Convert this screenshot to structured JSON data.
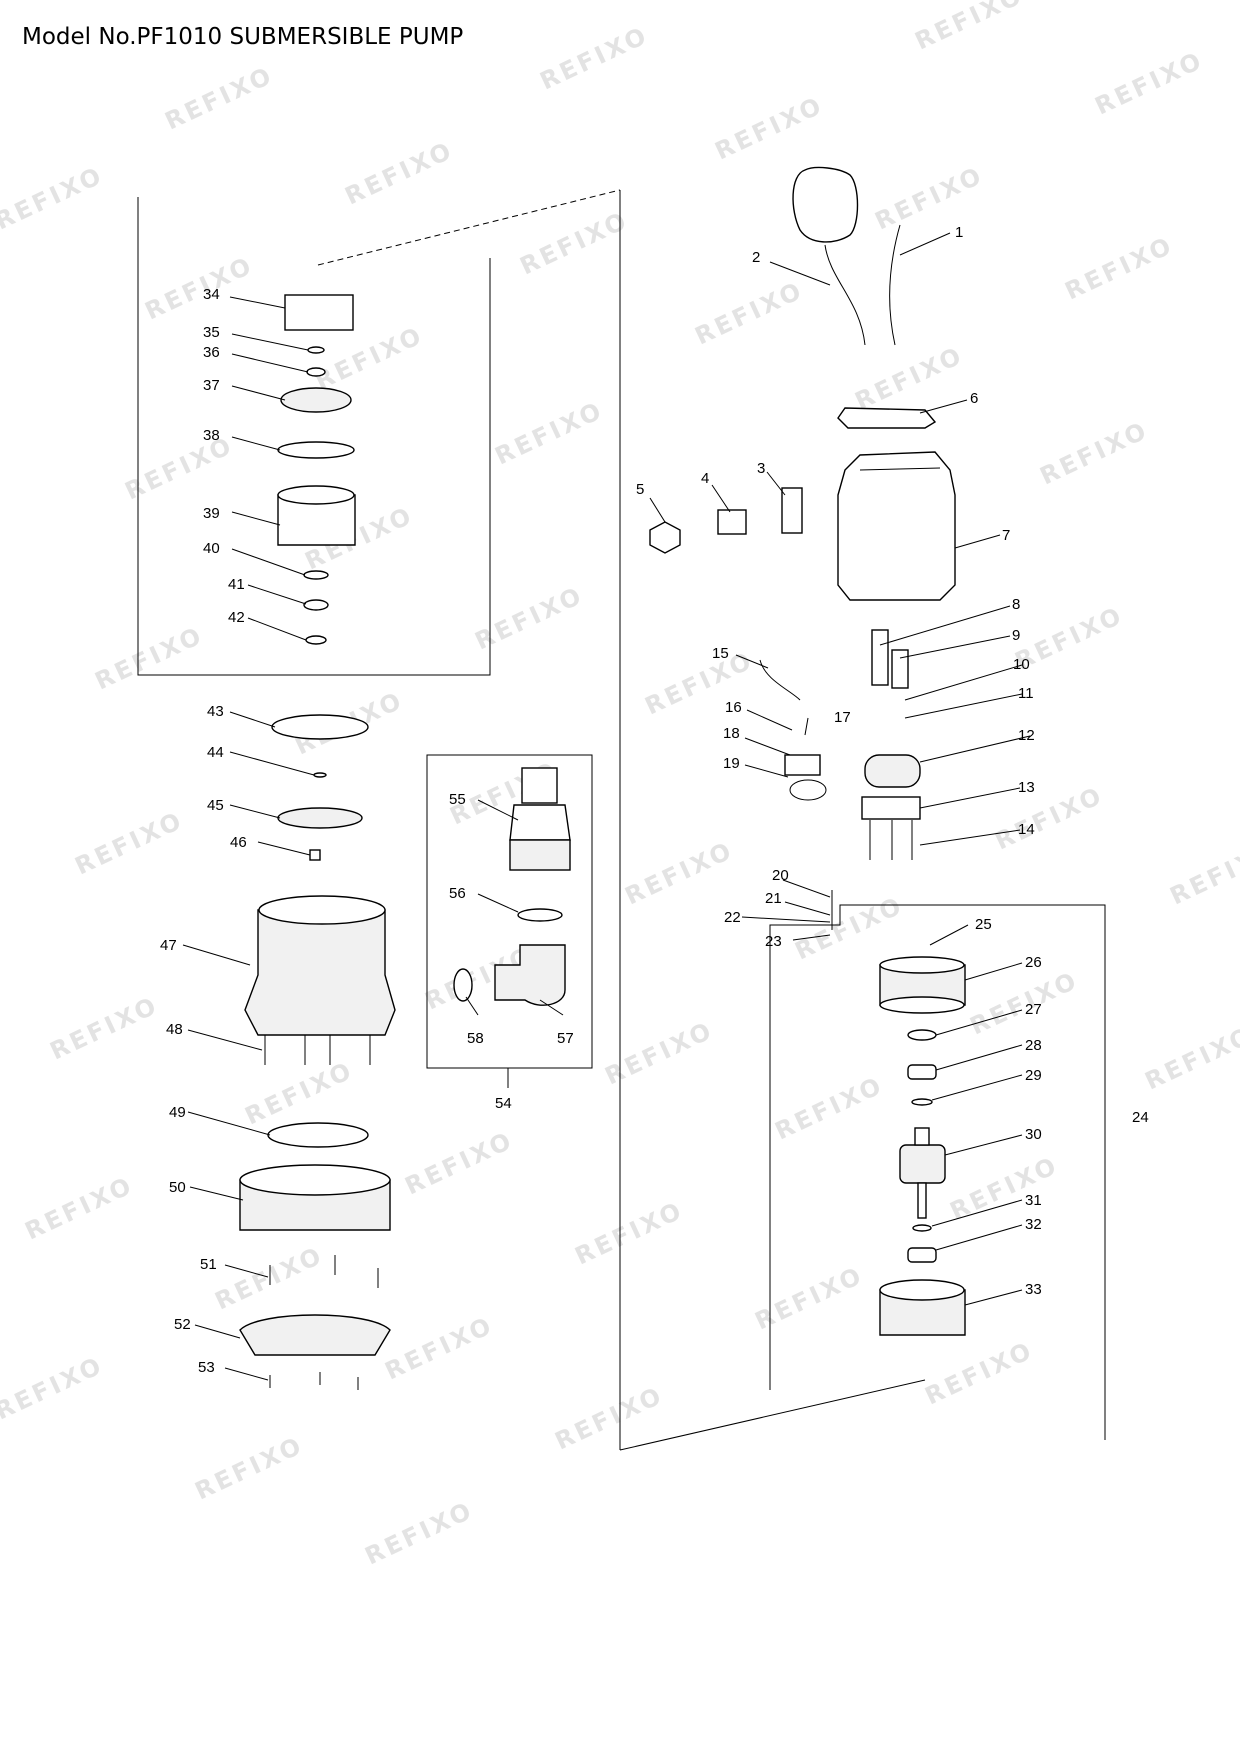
{
  "title": "Model No.PF1010 SUBMERSIBLE PUMP",
  "watermark": "REFIXO",
  "labels": {
    "1": "1",
    "2": "2",
    "3": "3",
    "4": "4",
    "5": "5",
    "6": "6",
    "7": "7",
    "8": "8",
    "9": "9",
    "10": "10",
    "11": "11",
    "12": "12",
    "13": "13",
    "14": "14",
    "15": "15",
    "16": "16",
    "17": "17",
    "18": "18",
    "19": "19",
    "20": "20",
    "21": "21",
    "22": "22",
    "23": "23",
    "24": "24",
    "25": "25",
    "26": "26",
    "27": "27",
    "28": "28",
    "29": "29",
    "30": "30",
    "31": "31",
    "32": "32",
    "33": "33",
    "34": "34",
    "35": "35",
    "36": "36",
    "37": "37",
    "38": "38",
    "39": "39",
    "40": "40",
    "41": "41",
    "42": "42",
    "43": "43",
    "44": "44",
    "45": "45",
    "46": "46",
    "47": "47",
    "48": "48",
    "49": "49",
    "50": "50",
    "51": "51",
    "52": "52",
    "53": "53",
    "54": "54",
    "55": "55",
    "56": "56",
    "57": "57",
    "58": "58"
  }
}
